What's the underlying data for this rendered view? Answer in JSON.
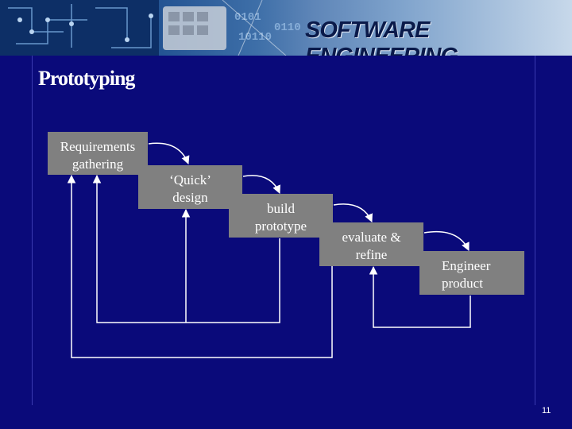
{
  "banner": {
    "title": "SOFTWARE ENGINEERING"
  },
  "slide": {
    "title": "Prototyping",
    "page_number": "11"
  },
  "steps": [
    {
      "line1": "Requirements",
      "line2": "gathering"
    },
    {
      "line1": "‘Quick’",
      "line2": "design"
    },
    {
      "line1": "build",
      "line2": "prototype"
    },
    {
      "line1": "evaluate &",
      "line2": "refine"
    },
    {
      "line1": "Engineer",
      "line2": "product"
    }
  ],
  "colors": {
    "background": "#0a0a7a",
    "box": "#808080",
    "arrow": "#ffffff"
  }
}
